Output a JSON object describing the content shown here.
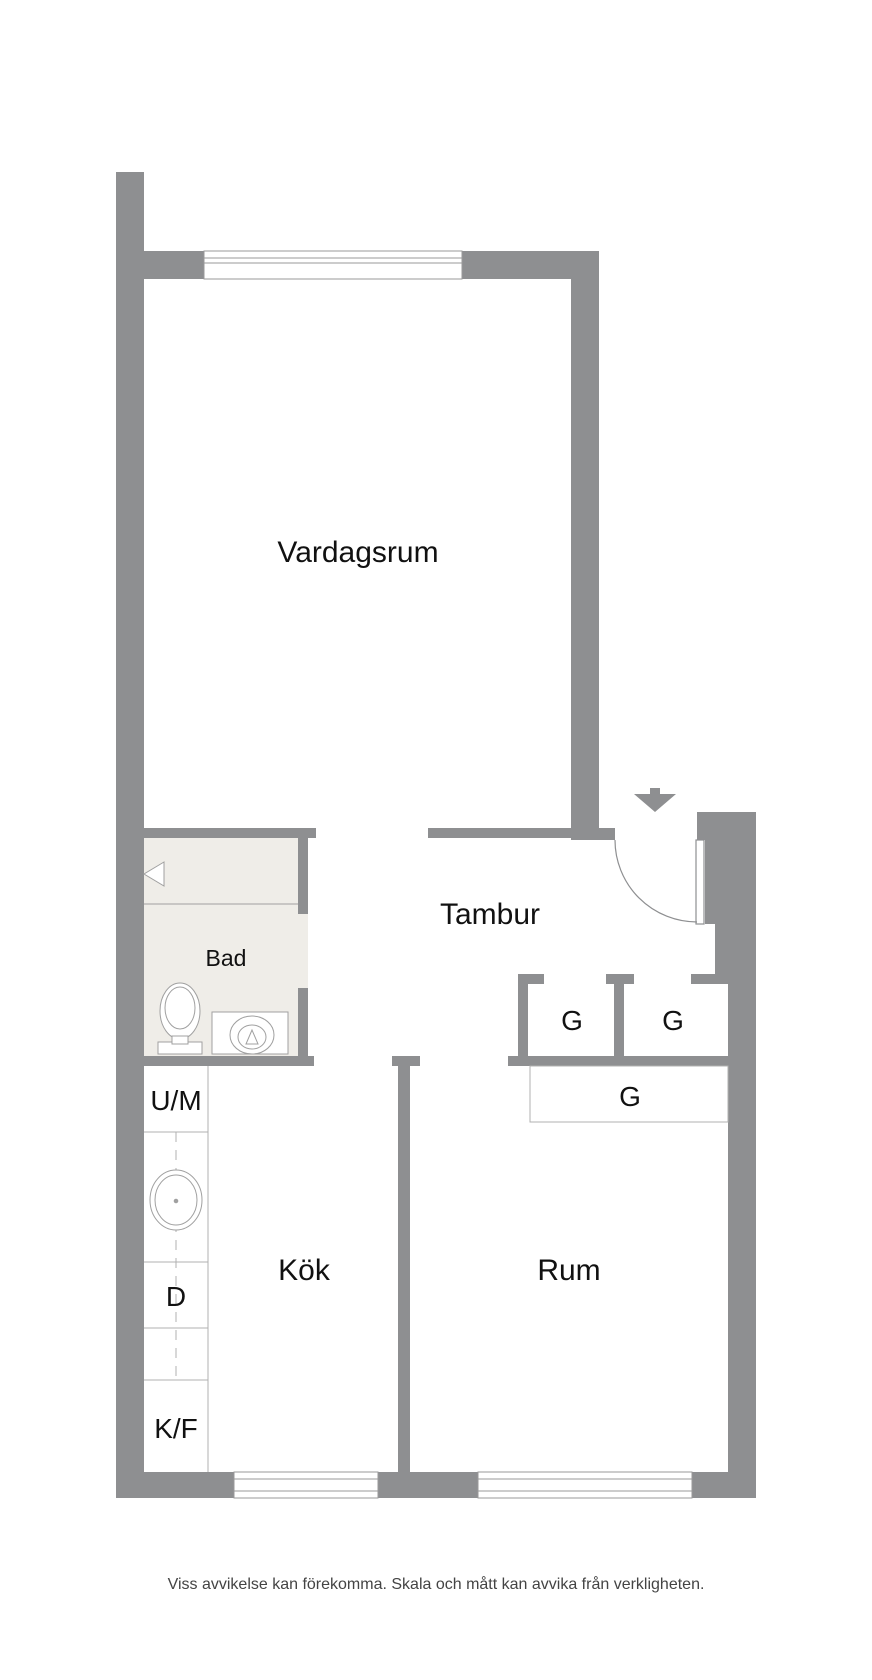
{
  "rooms": {
    "vardagsrum": "Vardagsrum",
    "tambur": "Tambur",
    "bad": "Bad",
    "kok": "Kök",
    "rum": "Rum"
  },
  "fixtures": {
    "garderob_1": "G",
    "garderob_2": "G",
    "garderob_3": "G",
    "um": "U/M",
    "d": "D",
    "kf": "K/F"
  },
  "disclaimer": "Viss avvikelse kan förekomma. Skala och mått kan avvika från verkligheten.",
  "colors": {
    "wall": "#8e8f91",
    "bathroom_floor": "#efede8",
    "line": "#b0b0b0"
  }
}
